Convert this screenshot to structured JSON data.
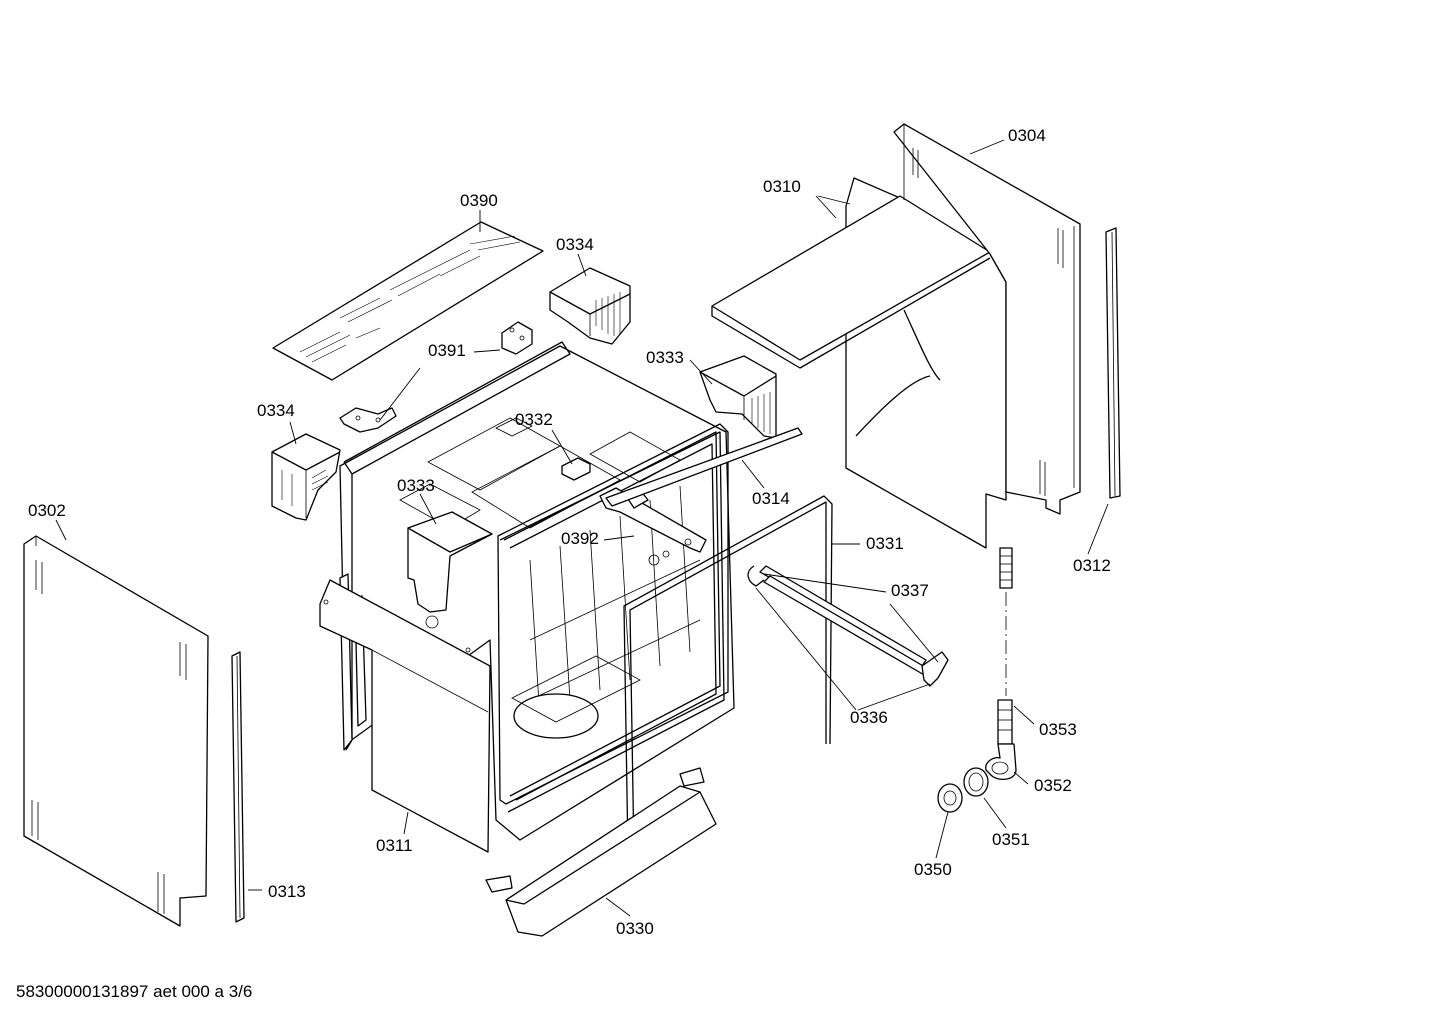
{
  "diagram": {
    "part_labels": [
      {
        "id": "0304",
        "text": "0304"
      },
      {
        "id": "0310",
        "text": "0310"
      },
      {
        "id": "0390",
        "text": "0390"
      },
      {
        "id": "0334a",
        "text": "0334"
      },
      {
        "id": "0391",
        "text": "0391"
      },
      {
        "id": "0333a",
        "text": "0333"
      },
      {
        "id": "0334b",
        "text": "0334"
      },
      {
        "id": "0332",
        "text": "0332"
      },
      {
        "id": "0333b",
        "text": "0333"
      },
      {
        "id": "0314",
        "text": "0314"
      },
      {
        "id": "0392",
        "text": "0392"
      },
      {
        "id": "0331",
        "text": "0331"
      },
      {
        "id": "0302",
        "text": "0302"
      },
      {
        "id": "0312",
        "text": "0312"
      },
      {
        "id": "0337",
        "text": "0337"
      },
      {
        "id": "0336",
        "text": "0336"
      },
      {
        "id": "0353",
        "text": "0353"
      },
      {
        "id": "0352",
        "text": "0352"
      },
      {
        "id": "0311",
        "text": "0311"
      },
      {
        "id": "0351",
        "text": "0351"
      },
      {
        "id": "0313",
        "text": "0313"
      },
      {
        "id": "0350",
        "text": "0350"
      },
      {
        "id": "0330",
        "text": "0330"
      }
    ],
    "footer": "58300000131897 aet 000 a 3/6"
  }
}
